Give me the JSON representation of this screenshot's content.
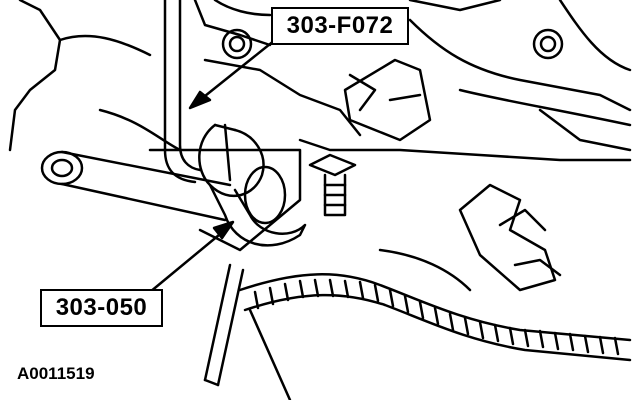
{
  "callouts": {
    "upper_tool": "303-F072",
    "lower_tool": "303-050"
  },
  "figure_id": "A0011519",
  "colors": {
    "line": "#000000",
    "background": "#ffffff"
  }
}
